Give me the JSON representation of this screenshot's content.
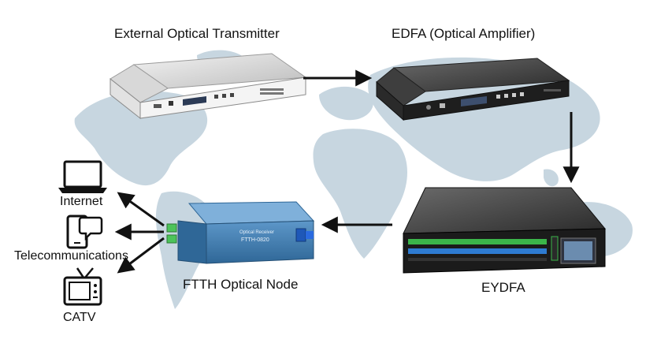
{
  "labels": {
    "transmitter": "External Optical Transmitter",
    "edfa": "EDFA (Optical Amplifier)",
    "eydfa": "EYDFA",
    "node": "FTTH Optical Node",
    "internet": "Internet",
    "telecom": "Telecommunications",
    "catv": "CATV"
  },
  "device_text": {
    "node_brand": "Optical Receiver",
    "node_model": "FTTH-0820"
  },
  "colors": {
    "map": "#c7d6e0",
    "node_body": "#3f7cb0",
    "fiber_green": "#3bb54a",
    "fiber_blue": "#2e7bd1",
    "arrow": "#111111"
  }
}
